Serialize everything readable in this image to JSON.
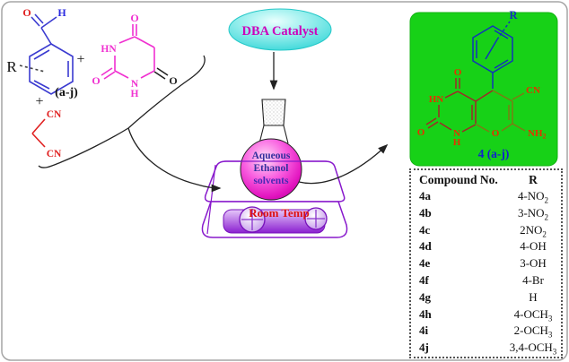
{
  "colors": {
    "aldehyde_blue": "#3a3ad0",
    "aldehyde_o_red": "#e02020",
    "barbituric_magenta": "#f030d0",
    "malononitrile_red": "#e02020",
    "catalyst_ellipse_cyan": "#3fd9d9",
    "catalyst_text_magenta": "#cc00bb",
    "flask_magenta": "#ee22cc",
    "flask_text_navy": "#33309d",
    "hotplate_purple": "#8819cc",
    "room_temp_red": "#dd1111",
    "green_box": "#17d117",
    "product_blue": "#1133bb",
    "product_label_red": "#e63000",
    "arrow_black": "#222222"
  },
  "scheme": {
    "aldehyde": {
      "o": "O",
      "h": "H",
      "r": "R",
      "series": "(a-j)"
    },
    "plus1": "+",
    "plus2": "+",
    "barbituric": {
      "hn": "HN",
      "n": "N",
      "h": "H",
      "o_top": "O",
      "o_left": "O",
      "o_right": "O"
    },
    "malononitrile": {
      "cn_top": "CN",
      "cn_bottom": "CN"
    },
    "catalyst_label": "DBA Catalyst",
    "flask_lines": [
      "Aqueous",
      "Ethanol",
      "solvents"
    ],
    "hotplate_label": "Room Temp",
    "product": {
      "r": "R",
      "o_top": "O",
      "hn": "HN",
      "o_left": "O",
      "n": "N",
      "h": "H",
      "o_ring": "O",
      "cn": "CN",
      "amine": "NH",
      "amine_sub": "2",
      "label": "4 (a-j)"
    }
  },
  "table": {
    "header_compound": "Compound No.",
    "header_r": "R",
    "rows": [
      {
        "no": "4a",
        "r": "4-NO",
        "sub": "2"
      },
      {
        "no": "4b",
        "r": "3-NO",
        "sub": "2"
      },
      {
        "no": "4c",
        "r": "2NO",
        "sub": "2"
      },
      {
        "no": "4d",
        "r": "4-OH",
        "sub": ""
      },
      {
        "no": "4e",
        "r": "3-OH",
        "sub": ""
      },
      {
        "no": "4f",
        "r": "4-Br",
        "sub": ""
      },
      {
        "no": "4g",
        "r": "H",
        "sub": ""
      },
      {
        "no": "4h",
        "r": "4-OCH",
        "sub": "3"
      },
      {
        "no": "4i",
        "r": "2-OCH",
        "sub": "3"
      },
      {
        "no": "4j",
        "r": "3,4-OCH",
        "sub": "3"
      }
    ]
  }
}
